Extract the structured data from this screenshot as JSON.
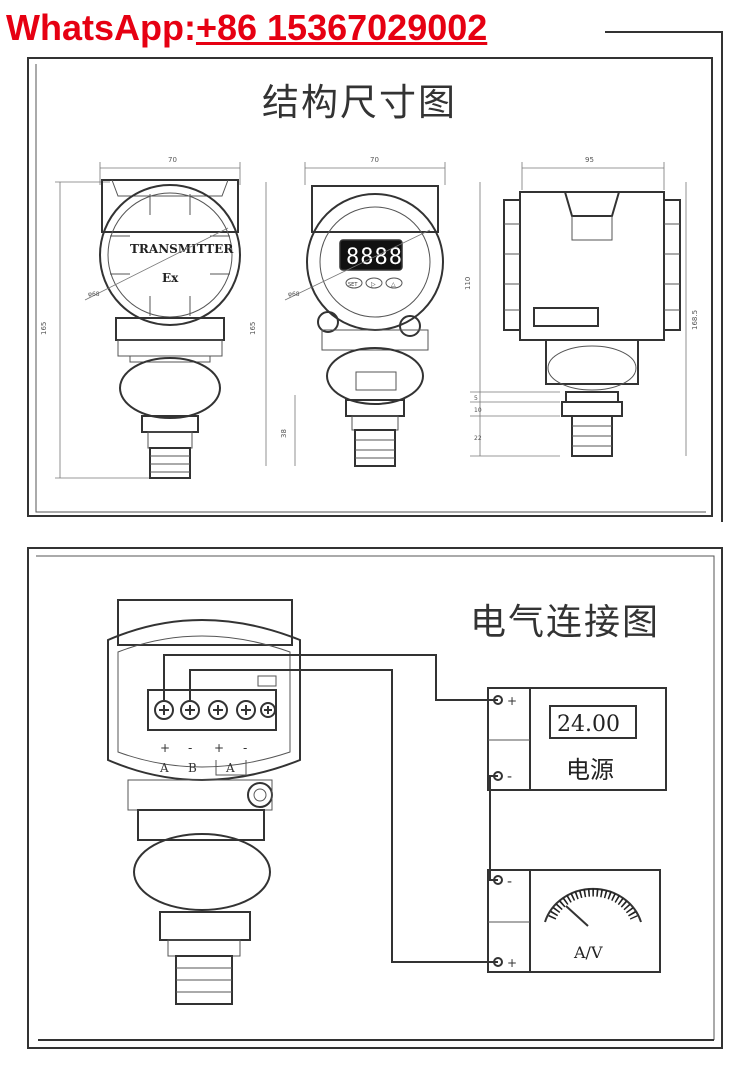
{
  "header": {
    "whatsapp_label": "WhatsApp:",
    "whatsapp_number": "+86 15367029002"
  },
  "panel_structure": {
    "title": "结构尺寸图",
    "front_view": {
      "label": "TRANSMITTER",
      "ex_mark": "Ex",
      "dim_width": "70",
      "dim_diameter": "φ68",
      "dim_height": "165"
    },
    "display_view": {
      "display_text": "8888",
      "button_labels": [
        "SET",
        "▷",
        "△"
      ],
      "dim_width": "70",
      "dim_diameter": "φ68",
      "dim_height": "165",
      "dim_lower": "38"
    },
    "side_view": {
      "dim_width": "95",
      "dim_upper": "110",
      "dim_total": "168.5",
      "dim_a": "5",
      "dim_b": "10",
      "dim_c": "22"
    }
  },
  "panel_wiring": {
    "title": "电气连接图",
    "terminal_signs": [
      "+",
      "-",
      "+",
      "-"
    ],
    "terminal_letters": [
      "A",
      "B",
      "A"
    ],
    "power_supply": {
      "display_value": "24.00",
      "label": "电源",
      "plus": "+",
      "minus": "-"
    },
    "meter": {
      "label": "A/V",
      "plus": "+",
      "minus": "-"
    }
  },
  "colors": {
    "accent_red": "#e60012",
    "line": "#333333"
  }
}
